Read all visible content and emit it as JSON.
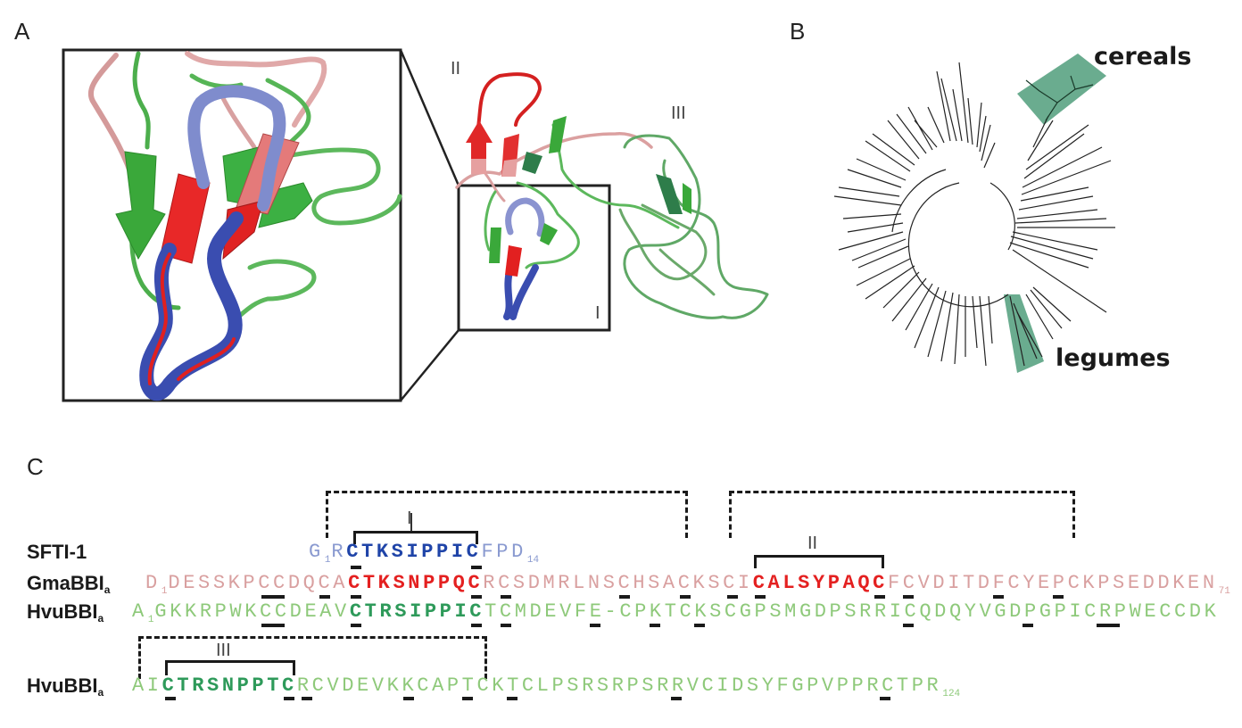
{
  "panels": {
    "a": {
      "letter": "A",
      "loop_labels": [
        "I",
        "II",
        "III"
      ],
      "colors": {
        "sfti1": "#5060b8",
        "sfti1_light": "#8a93d0",
        "gmabbi_loop": "#e02020",
        "gmabbi_body": "#e6a2a2",
        "hvubbi": "#3aa83a",
        "hvubbi_dark": "#2e7d4a"
      }
    },
    "b": {
      "letter": "B",
      "clades": [
        {
          "label": "cereals",
          "highlight_color": "#5aa383"
        },
        {
          "label": "legumes",
          "highlight_color": "#5aa383"
        }
      ]
    },
    "c": {
      "letter": "C",
      "loop_labels": {
        "I": "I",
        "II": "II",
        "III": "III"
      },
      "rows": [
        {
          "name": "SFTI-1",
          "name_sub": "",
          "color": "#8a9ad0",
          "loop_color": "#1f44a8",
          "pre": "G",
          "start_index": "1",
          "pre2": "R",
          "loop": "CTKSIPPIC",
          "post": "FPD",
          "end_index": "14"
        },
        {
          "name": "GmaBBI",
          "name_sub": "a",
          "color": "#d9a0a0",
          "loop_color": "#e42020",
          "pre": "D",
          "start_index": "1",
          "seg1": "DESSKPCCDQCA",
          "loop1": "CTKSNPPQC",
          "seg2": "RCSDMRLNSCHSACKSCI",
          "loop2": "CALSYPAQC",
          "seg3": "FCVDITDFCYEPCKPSEDDKEN",
          "end_index": "71"
        },
        {
          "name": "HvuBBI",
          "name_sub": "a",
          "color": "#8ec97a",
          "loop_color": "#2e9a5a",
          "pre": "A",
          "start_index": "1",
          "seg1": "GKKRPWKCCDEAV",
          "loop1": "CTRSIPPIC",
          "seg2": "TCMDEVFE-CPKTCKSCGPSMGDPSRRICQDQYVGDPGPICRPWECCDK"
        },
        {
          "name": "HvuBBI",
          "name_sub": "a",
          "color": "#8ec97a",
          "loop_color": "#2e9a5a",
          "pre": "AI",
          "loop1": "CTRSNPPTC",
          "seg2": "RCVDEVKKCAPTCKTCLPSRSRPSRRVCIDSYFGPVPPRCTPR",
          "end_index": "124"
        }
      ]
    }
  }
}
